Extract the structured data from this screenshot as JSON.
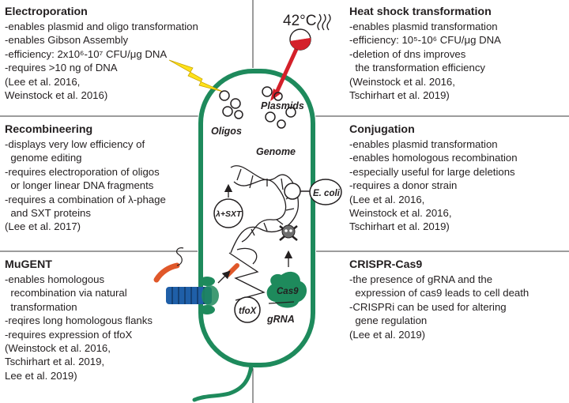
{
  "temperature_label": "42°C",
  "panels": [
    {
      "title": "Electroporation",
      "items": [
        "-enables plasmid and oligo transformation",
        "-enables Gibson Assembly",
        "-efficiency: 2x10⁶-10⁷ CFU/μg DNA",
        "-requires >10 ng of DNA"
      ],
      "refs": [
        "(Lee et al. 2016,",
        "Weinstock et al. 2016)"
      ]
    },
    {
      "title": "Heat shock transformation",
      "items": [
        "-enables plasmid transformation",
        "-efficiency: 10⁵-10⁶ CFU/μg DNA",
        "-deletion of dns improves",
        "  the transformation efficiency"
      ],
      "refs": [
        "(Weinstock et al. 2016,",
        "Tschirhart et al. 2019)"
      ]
    },
    {
      "title": "Recombineering",
      "items": [
        "-displays very low efficiency of",
        "  genome editing",
        "-requires electroporation of oligos",
        "  or longer linear DNA fragments",
        "-requires a combination of λ-phage",
        "  and SXT proteins"
      ],
      "refs": [
        "(Lee et al. 2017)"
      ]
    },
    {
      "title": "Conjugation",
      "items": [
        "-enables plasmid transformation",
        "-enables homologous recombination",
        "-especially useful for large deletions",
        "-requires a donor strain"
      ],
      "refs": [
        "(Lee et al. 2016,",
        "Weinstock et al. 2016,",
        "Tschirhart et al. 2019)"
      ]
    },
    {
      "title": "MuGENT",
      "items": [
        "-enables homologous",
        "  recombination via natural",
        "  transformation",
        "-reqires long homologous flanks",
        "-requires expression of tfoX"
      ],
      "refs": [
        "(Weinstock et al. 2016,",
        "Tschirhart et al. 2019,",
        "Lee et al. 2019)"
      ]
    },
    {
      "title": "CRISPR-Cas9",
      "items": [
        "-the presence of gRNA and the",
        "  expression of cas9 leads to cell death",
        "-CRISPRi can be used for altering",
        "  gene regulation"
      ],
      "refs": [
        "(Lee et al. 2019)"
      ]
    }
  ],
  "diagram_labels": {
    "plasmids": "Plasmids",
    "oligos": "Oligos",
    "genome": "Genome",
    "ecoli": "E. coli",
    "lambda_sxt": "λ+SXT",
    "tfox": "tfoX",
    "cas9": "Cas9",
    "grna": "gRNA"
  },
  "colors": {
    "cell_outline": "#1e8a5c",
    "cas9": "#1e8a5c",
    "bolt": "#ffe21a",
    "thermometer": "#d4202a",
    "pilus_channel": "#1f5fa8",
    "dna_fragment": "#e0582a",
    "divider": "#3a3a3a"
  },
  "icons": [
    "lightning-bolt-icon",
    "thermometer-icon",
    "skull-crossbones-icon"
  ]
}
